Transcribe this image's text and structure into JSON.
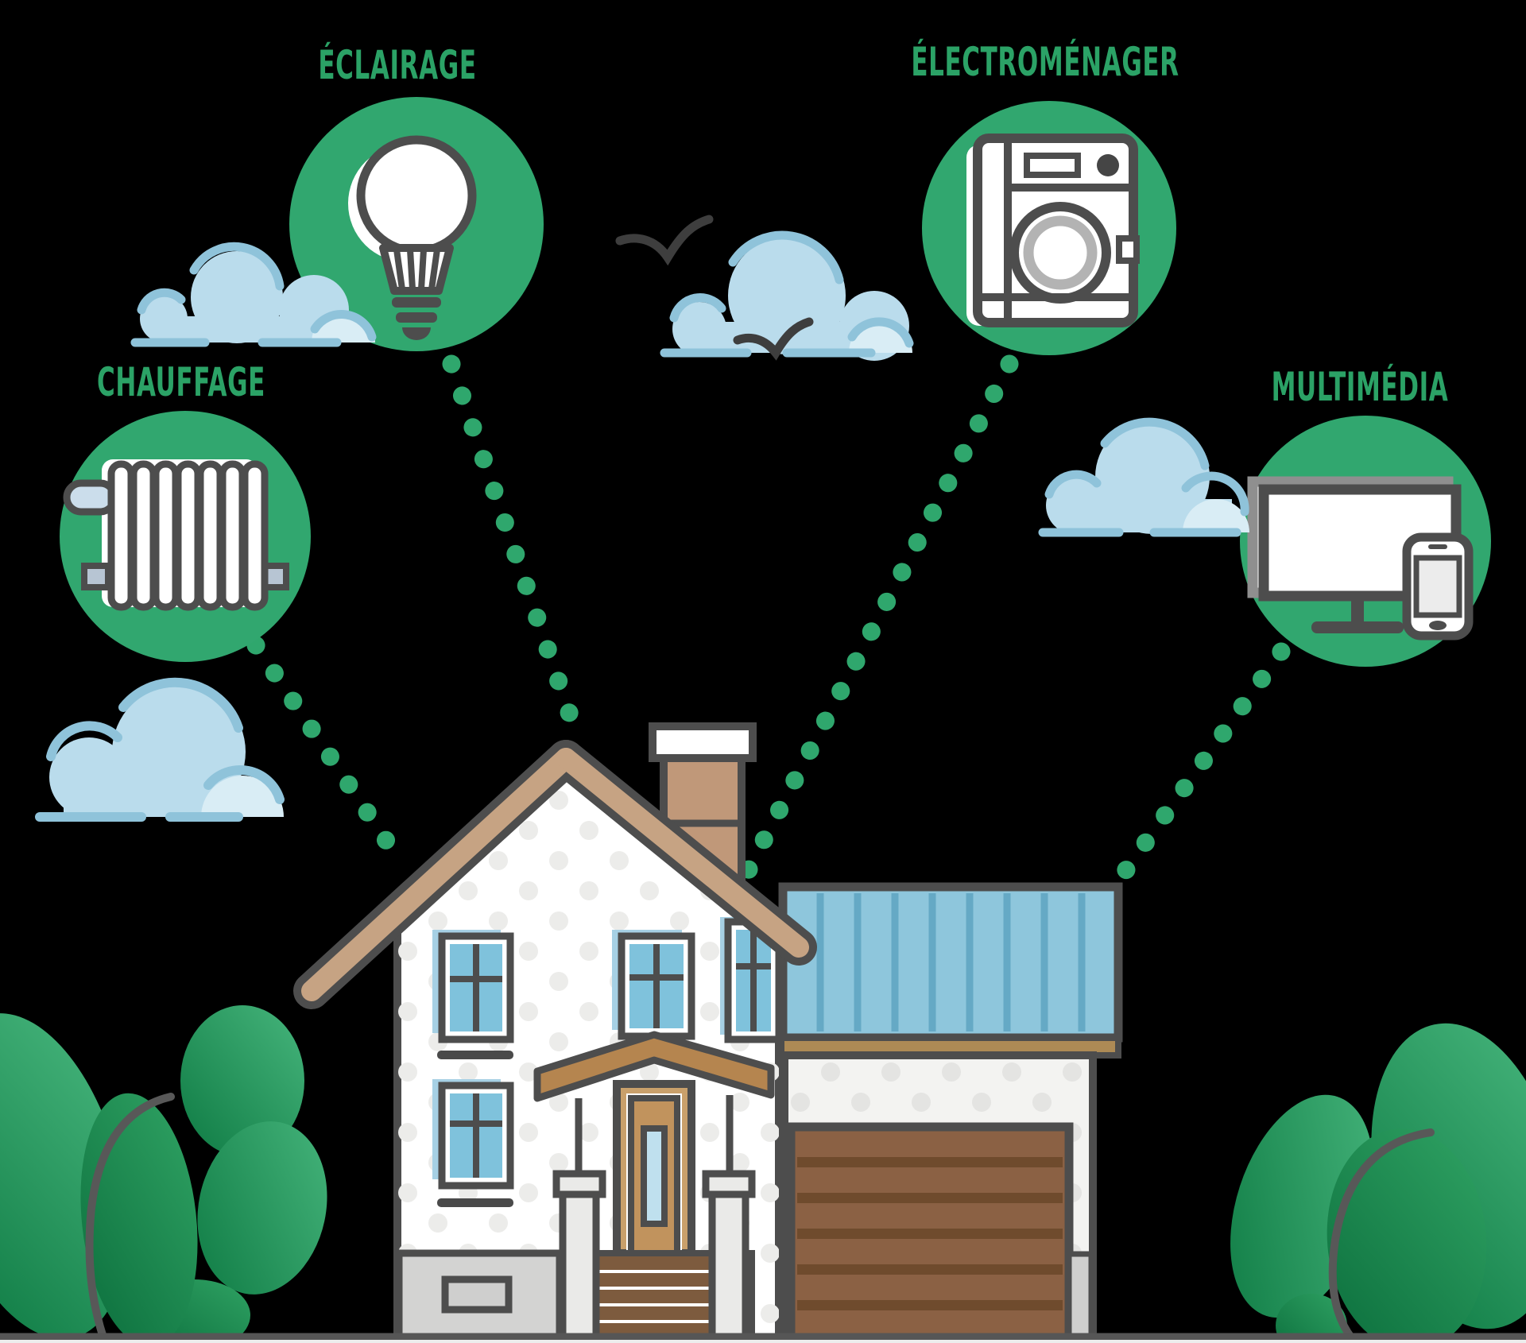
{
  "diagram": {
    "background_color": "#000000",
    "circle_color": "#31A76F",
    "label_color": "#2BA266",
    "outline_color": "#4D4D4D",
    "dotted_line_color": "#2FA76D",
    "nodes": [
      {
        "id": "eclairage",
        "label": "ÉCLAIRAGE",
        "icon": "light-bulb-icon"
      },
      {
        "id": "electromenager",
        "label": "ÉLECTROMÉNAGER",
        "icon": "washing-machine-icon"
      },
      {
        "id": "chauffage",
        "label": "CHAUFFAGE",
        "icon": "radiator-icon"
      },
      {
        "id": "multimedia",
        "label": "MULTIMÉDIA",
        "icon": "tv-smartphone-icon"
      }
    ]
  }
}
